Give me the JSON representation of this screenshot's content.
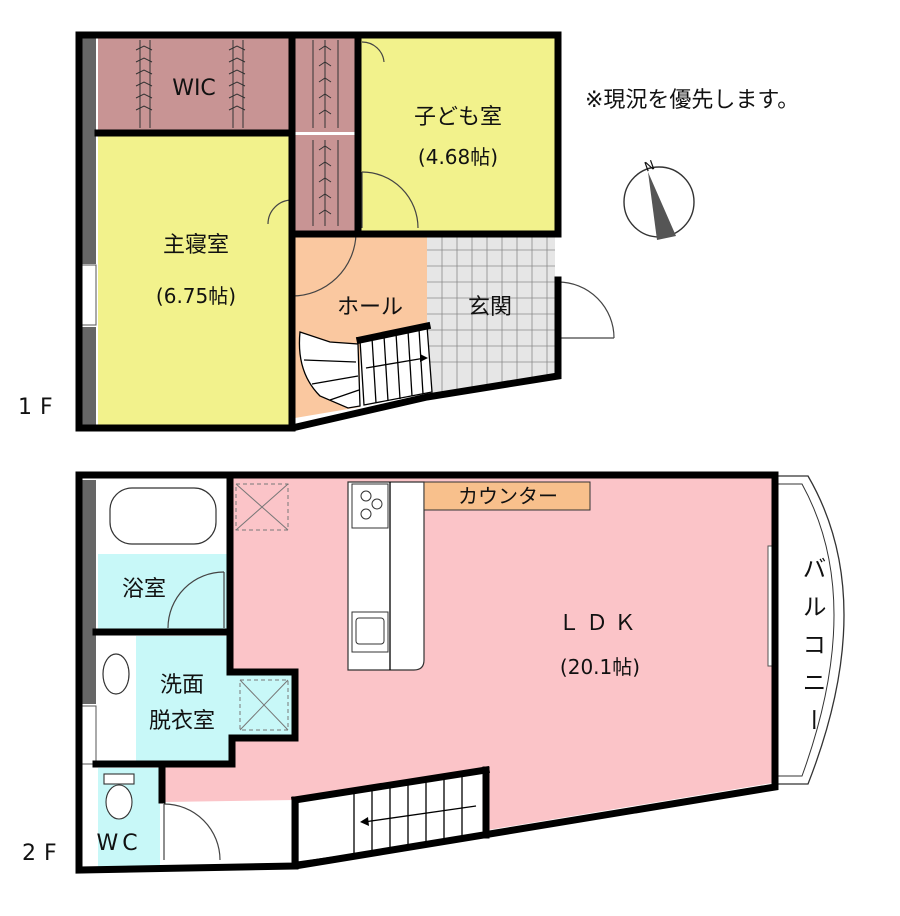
{
  "note": "※現況を優先します。",
  "compass": {
    "label": "N",
    "icon": "compass-north-icon"
  },
  "floor1": {
    "label": "1F",
    "rooms": {
      "wic": {
        "label": "WIC"
      },
      "child": {
        "label": "子ども室",
        "size": "(4.68帖)"
      },
      "master": {
        "label": "主寝室",
        "size": "(6.75帖)"
      },
      "hall": {
        "label": "ホール"
      },
      "entrance": {
        "label": "玄関"
      }
    }
  },
  "floor2": {
    "label": "2F",
    "rooms": {
      "bath": {
        "label": "浴室"
      },
      "washroom": {
        "label_line1": "洗面",
        "label_line2": "脱衣室"
      },
      "wc": {
        "label": "WC"
      },
      "ldk": {
        "label": "ＬＤＫ",
        "size": "(20.1帖)"
      },
      "counter": {
        "label": "カウンター"
      },
      "balcony": {
        "label": "バルコニー"
      }
    }
  },
  "colors": {
    "wall": "#000000",
    "closet": "#c89494",
    "child_room": "#f2f28c",
    "hall": "#fac8a0",
    "entrance": "#e6e6e6",
    "ldk": "#fbc4c8",
    "wet_area": "#c8f8f8",
    "counter": "#f8c08c",
    "column": "#666666"
  }
}
